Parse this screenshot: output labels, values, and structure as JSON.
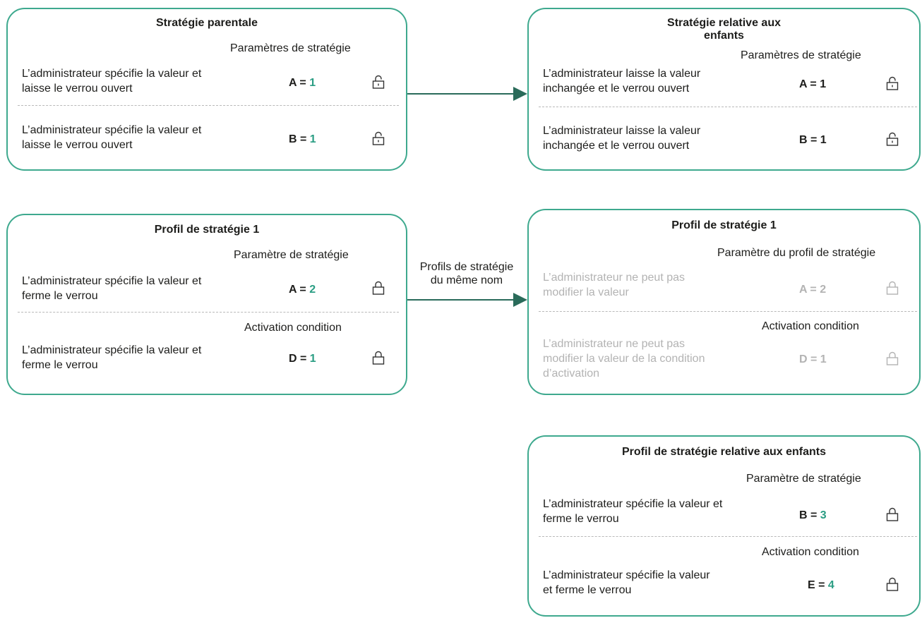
{
  "colors": {
    "box_border": "#3ea98e",
    "value_accent": "#2a9d83",
    "disabled_text": "#b3b3b3",
    "arrow": "#2a6b5a"
  },
  "boxes": {
    "parent_policy": {
      "title": "Stratégie parentale",
      "section": "Paramètres de stratégie",
      "rows": [
        {
          "desc_1": "L’administrateur spécifie la valeur et",
          "desc_2": "laisse le verrou ouvert",
          "var": "A =",
          "num": "1",
          "lock": "unlocked-lock-icon"
        },
        {
          "desc_1": "L’administrateur spécifie la valeur et",
          "desc_2": "laisse le verrou ouvert",
          "var": "B =",
          "num": "1",
          "lock": "unlocked-lock-icon"
        }
      ]
    },
    "child_policy": {
      "title_1": "Stratégie relative aux",
      "title_2": "enfants",
      "section": "Paramètres de stratégie",
      "rows": [
        {
          "desc_1": "L’administrateur laisse la valeur",
          "desc_2": "inchangée et le verrou ouvert",
          "value": "A = 1",
          "lock": "unlocked-lock-icon"
        },
        {
          "desc_1": "L’administrateur laisse la valeur",
          "desc_2": "inchangée et le verrou ouvert",
          "value": "B = 1",
          "lock": "unlocked-lock-icon"
        }
      ]
    },
    "parent_profile": {
      "title": "Profil de stratégie 1",
      "section_1": "Paramètre de stratégie",
      "section_2": "Activation condition",
      "rows": [
        {
          "desc_1": "L’administrateur spécifie la valeur et",
          "desc_2": "ferme le verrou",
          "var": "A =",
          "num": "2",
          "lock": "locked-lock-icon"
        },
        {
          "desc_1": "L’administrateur spécifie la valeur et",
          "desc_2": "ferme le verrou",
          "var": "D =",
          "num": "1",
          "lock": "locked-lock-icon"
        }
      ]
    },
    "child_inherited_profile": {
      "title": "Profil de stratégie 1",
      "section_1": "Paramètre du profil de stratégie",
      "section_2": "Activation condition",
      "rows": [
        {
          "desc_1": "L’administrateur ne peut pas",
          "desc_2": "modifier la valeur",
          "value": "A = 2",
          "lock": "locked-lock-icon"
        },
        {
          "desc_1": "L’administrateur ne peut pas",
          "desc_2": "modifier  la valeur de la condition",
          "desc_3": "d’activation",
          "value": "D = 1",
          "lock": "locked-lock-icon"
        }
      ]
    },
    "child_own_profile": {
      "title": "Profil de stratégie relative aux enfants",
      "section_1": "Paramètre de stratégie",
      "section_2": "Activation condition",
      "rows": [
        {
          "desc_1": "L’administrateur spécifie la valeur et",
          "desc_2": "ferme le verrou",
          "var": "B =",
          "num": "3",
          "lock": "locked-lock-icon"
        },
        {
          "desc_1": "L’administrateur spécifie la valeur",
          "desc_2": "et ferme le verrou",
          "var": "E =",
          "num": "4",
          "lock": "locked-lock-icon"
        }
      ]
    }
  },
  "edges": {
    "profiles_label_1": "Profils de stratégie",
    "profiles_label_2": "du même nom"
  }
}
